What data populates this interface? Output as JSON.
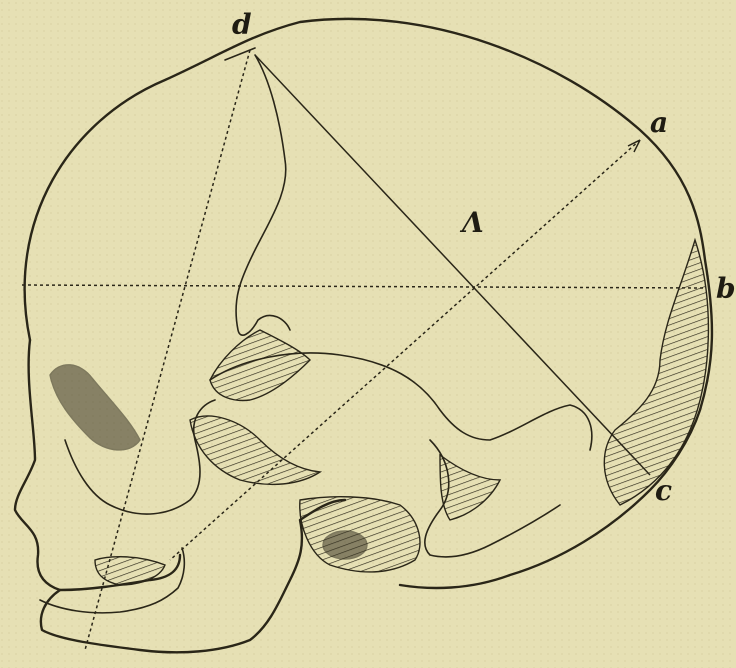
{
  "figure": {
    "labels": {
      "a": "a",
      "b": "b",
      "c": "c",
      "d": "d",
      "fontanelle": "Λ"
    }
  }
}
